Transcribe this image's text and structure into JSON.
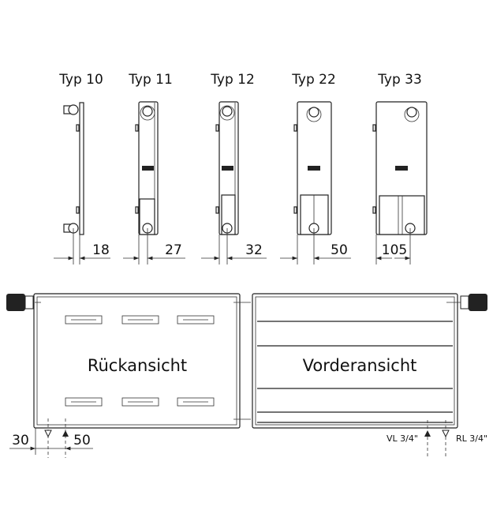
{
  "side_views": [
    {
      "title": "Typ 10",
      "depth": "18"
    },
    {
      "title": "Typ 11",
      "depth": "27"
    },
    {
      "title": "Typ 12",
      "depth": "32"
    },
    {
      "title": "Typ 22",
      "depth": "50"
    },
    {
      "title": "Typ 33",
      "depth": "105"
    }
  ],
  "back_view": {
    "label": "Rückansicht",
    "dim_left": "30",
    "dim_right": "50"
  },
  "front_view": {
    "label": "Vorderansicht",
    "supply": "VL 3/4\"",
    "return": "RL 3/4\""
  }
}
